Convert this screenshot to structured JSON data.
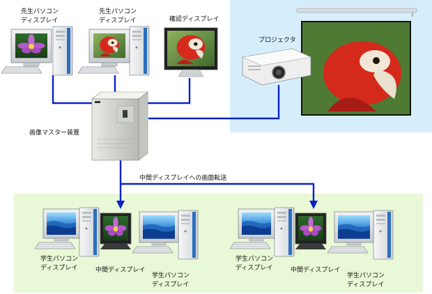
{
  "labels": {
    "teacher_pc_1": [
      "先生パソコン",
      "ディスプレイ"
    ],
    "teacher_pc_2": [
      "先生パソコン",
      "ディスプレイ"
    ],
    "check_display": "確認ディスプレイ",
    "projector": "プロジェクタ",
    "master_device": "画像マスター装置",
    "transfer": "中間ディスプレイへの画面転送",
    "student_pc_1": [
      "学生パソコン",
      "ディスプレイ"
    ],
    "middle_display_1": "中間ディスプレイ",
    "student_pc_2": [
      "学生パソコン",
      "ディスプレイ"
    ],
    "student_pc_3": [
      "学生パソコン",
      "ディスプレイ"
    ],
    "middle_display_2": "中間ディスプレイ",
    "student_pc_4": [
      "学生パソコン",
      "ディスプレイ"
    ]
  },
  "colors": {
    "link": "#0a22c8",
    "projector_zone": "#d6eefb",
    "classroom_zone": "#e9f8d6"
  }
}
